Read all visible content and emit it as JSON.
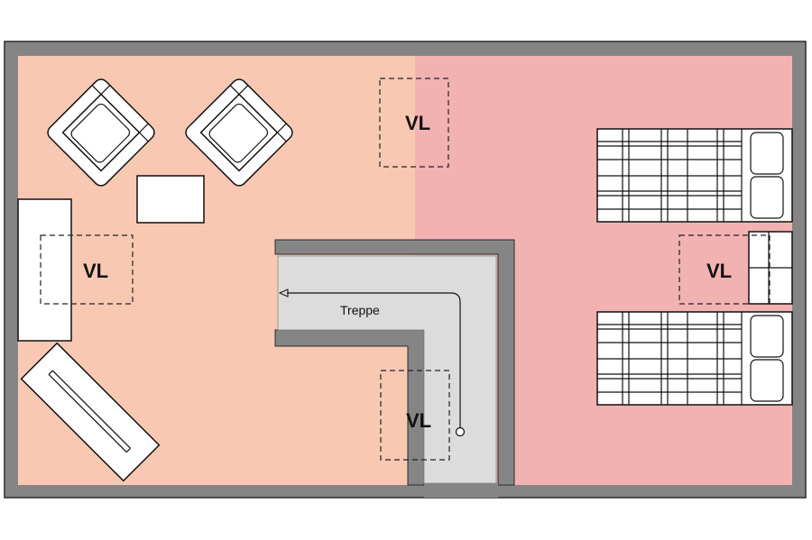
{
  "labels": {
    "vl_top_center": "VL",
    "vl_left": "VL",
    "vl_right": "VL",
    "vl_stair": "VL",
    "stair": "Treppe"
  },
  "colors": {
    "wall": "#858585",
    "wall_stroke": "#2a2a2a",
    "zone_left": "#F9C8B3",
    "zone_right": "#F3B2B2",
    "stair_floor": "#DCDCDC",
    "furniture": "#FFFFFF",
    "line": "#111111"
  },
  "icons": {
    "armchair": "armchair-icon",
    "bed": "bed-icon",
    "sofa": "sofa-icon",
    "table": "table-icon"
  }
}
